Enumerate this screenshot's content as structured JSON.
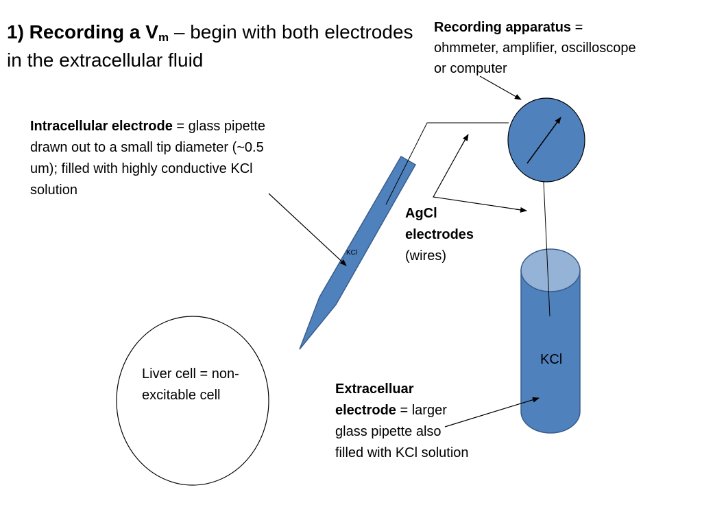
{
  "colors": {
    "electrode_fill": "#4f81bd",
    "electrode_stroke": "#385d8a",
    "electrode_top": "#95b3d7",
    "cell_fill": "#ffffff",
    "line": "#000000"
  },
  "title": {
    "number_prefix": "1) Recording a V",
    "subscript": "m",
    "rest": " – begin with both electrodes in the extracellular fluid"
  },
  "recording_apparatus": {
    "term": "Recording apparatus",
    "definition": " = ohmmeter, amplifier, oscilloscope or computer",
    "icon": "meter-icon"
  },
  "intracellular_electrode": {
    "term": "Intracellular electrode",
    "definition": " = glass pipette drawn out to a small tip diameter (~0.5 um); filled with highly conductive KCl solution",
    "fill_label": "KCl"
  },
  "agcl_electrodes": {
    "term": "AgCl electrodes",
    "definition": "(wires)"
  },
  "extracellular_electrode": {
    "term": "Extracelluar electrode",
    "definition": " = larger glass pipette also filled with KCl  solution",
    "fill_label": "KCl"
  },
  "liver_cell": {
    "text": "Liver cell = non-excitable cell"
  }
}
